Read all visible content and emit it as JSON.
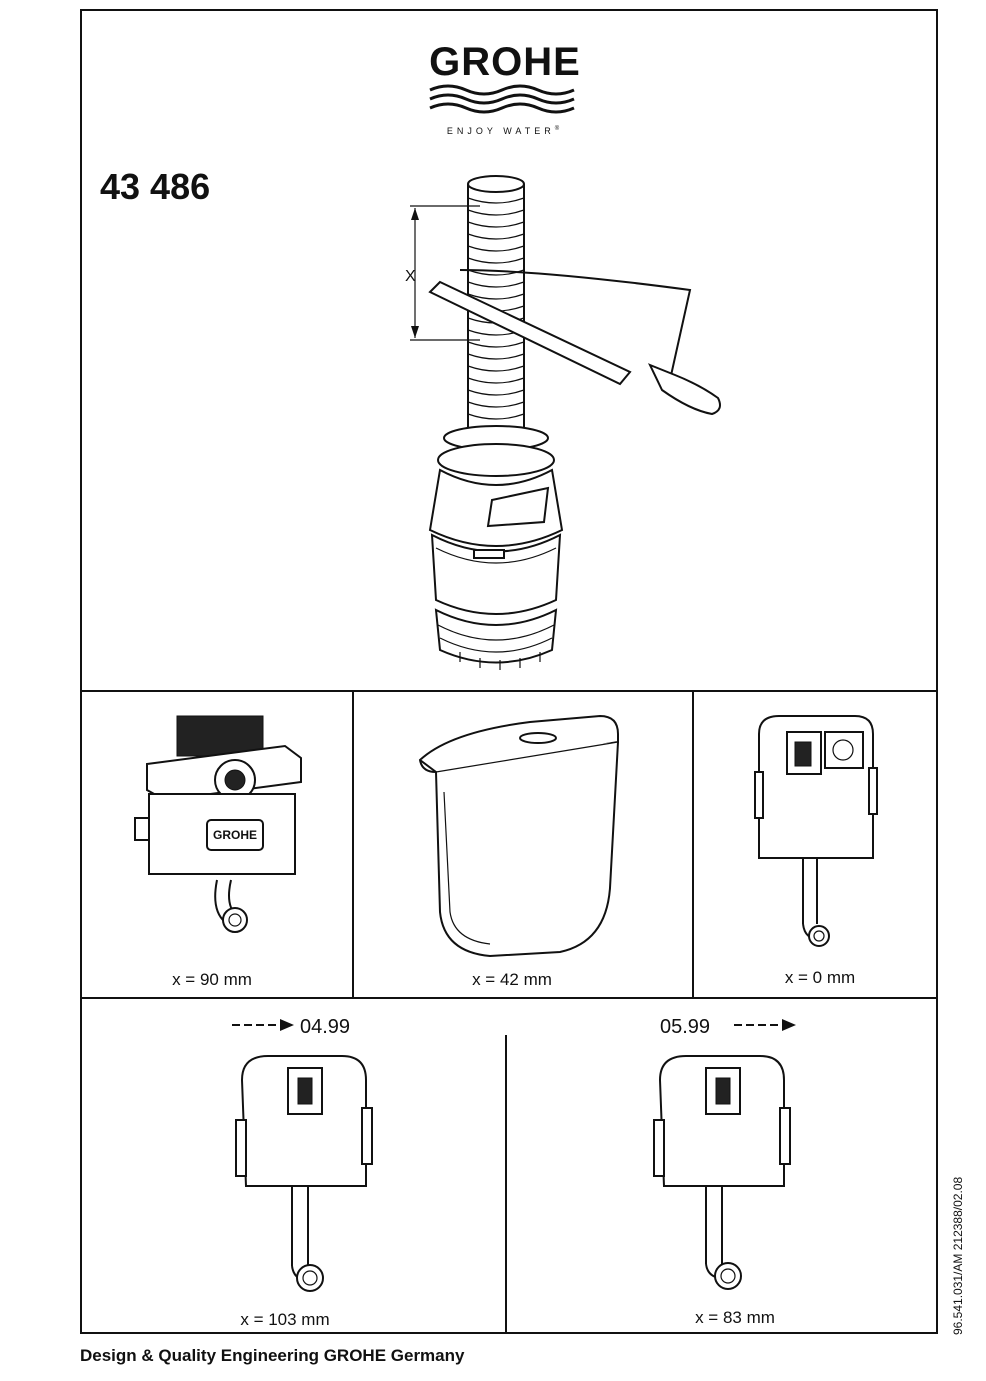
{
  "brand": {
    "name": "GROHE",
    "tagline": "ENJOY WATER",
    "mark": "®",
    "plate_text": "GROHE"
  },
  "product": {
    "number": "43 486"
  },
  "main_illustration": {
    "dimension_label": "X"
  },
  "variants": [
    {
      "caption": "x = 90 mm"
    },
    {
      "caption": "x = 42 mm"
    },
    {
      "caption": "x = 0 mm"
    },
    {
      "caption": "x = 103 mm",
      "date": "04.99",
      "arrow": "before"
    },
    {
      "caption": "x = 83 mm",
      "date": "05.99",
      "arrow": "after"
    }
  ],
  "footer": {
    "text": "Design & Quality Engineering GROHE Germany"
  },
  "doc_ref": "96.541.031/AM 212388/02.08"
}
